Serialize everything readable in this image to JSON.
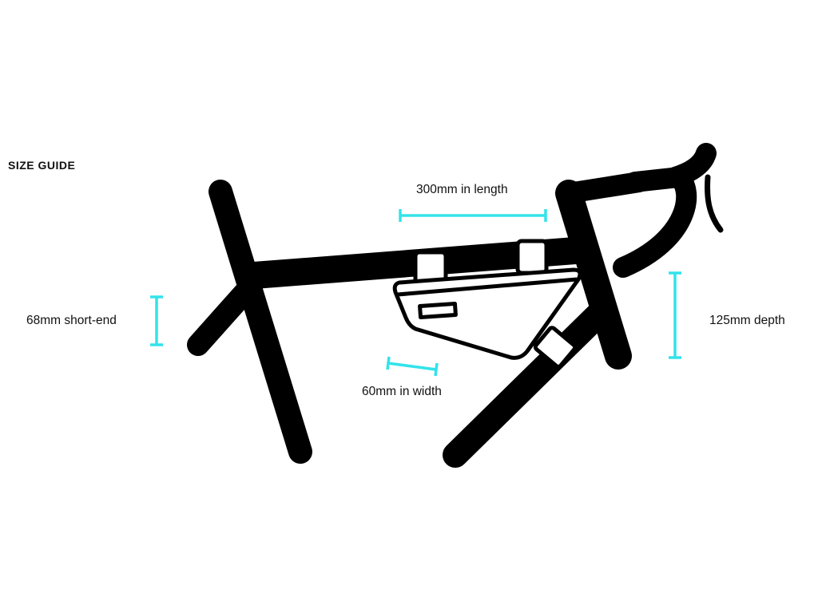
{
  "title": "SIZE GUIDE",
  "dimensions": {
    "length": "300mm in length",
    "short_end": "68mm short-end",
    "depth": "125mm depth",
    "width": "60mm in width"
  },
  "colors": {
    "accent": "#33e3ea",
    "frame": "#000000"
  }
}
